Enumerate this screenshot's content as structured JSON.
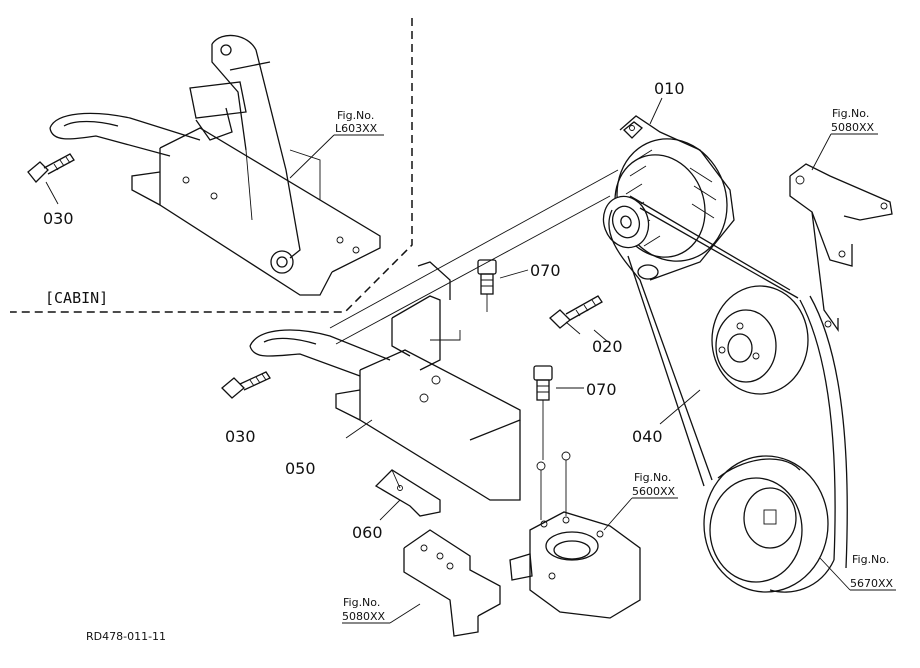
{
  "part_numbers": {
    "p010": "010",
    "p020": "020",
    "p030_a": "030",
    "p030_b": "030",
    "p040": "040",
    "p050": "050",
    "p060": "060",
    "p070_a": "070",
    "p070_b": "070"
  },
  "fig_refs": {
    "l603": {
      "title": "Fig.No.",
      "code": "L603XX"
    },
    "f5080_top": {
      "title": "Fig.No.",
      "code": "5080XX"
    },
    "f5600": {
      "title": "Fig.No.",
      "code": "5600XX"
    },
    "f5670": {
      "title": "Fig.No.",
      "code": "5670XX"
    },
    "f5080_bottom": {
      "title": "Fig.No.",
      "code": "5080XX"
    }
  },
  "cabin_label": "[CABIN]",
  "drawing_id": "RD478-011-11"
}
